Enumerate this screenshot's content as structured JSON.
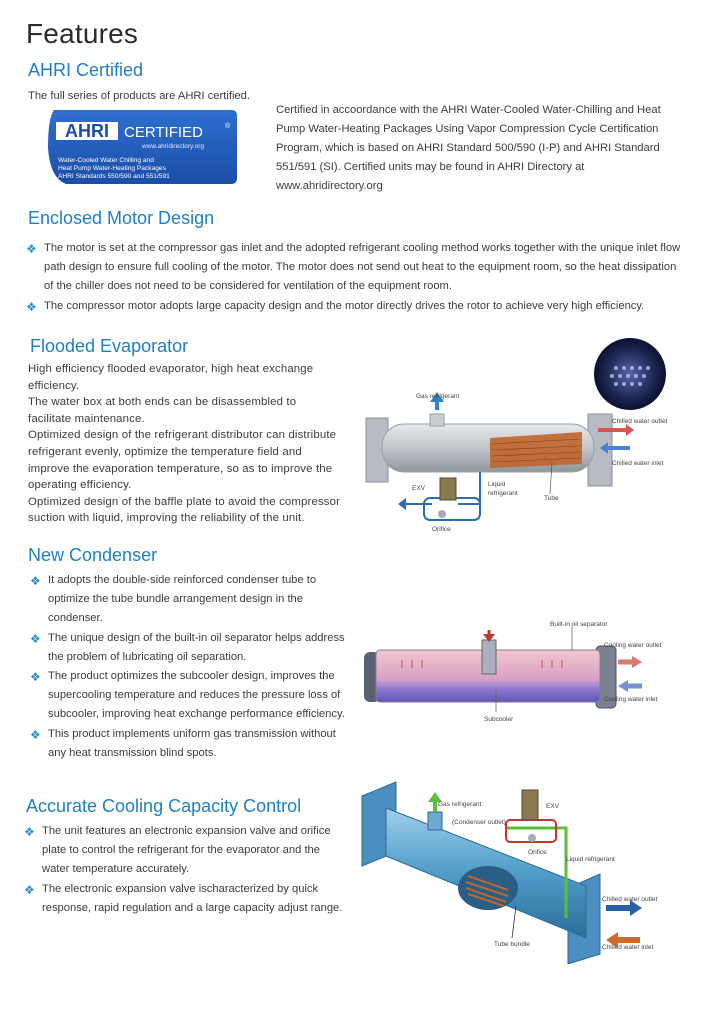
{
  "page_title": "Features",
  "ahri": {
    "title": "AHRI Certified",
    "intro": "The full series of products are AHRI certified.",
    "logo": {
      "brand": "AHRI",
      "certified": "CERTIFIED",
      "registered": "®",
      "url": "www.ahridirectory.org",
      "line1": "Water-Cooled Water Chilling and",
      "line2": "Heat Pump Water-Heating Packages",
      "line3": "AHRI Standards 550/590 and 551/591"
    },
    "description": "Certified in accoordance with the AHRI Water-Cooled Water-Chilling and Heat Pump Water-Heating Packages Using Vapor Compression Cycle Certification Program, which is based on AHRI Standard 500/590 (I-P) and AHRI Standard 551/591 (SI). Certified units may be found in AHRI Directory at www.ahridirectory.org"
  },
  "motor": {
    "title": "Enclosed Motor Design",
    "bullets": [
      "The motor is set at the compressor gas inlet and the adopted refrigerant cooling method works together with the unique inlet flow path design to ensure full cooling of the motor. The motor does not send out heat to the equipment room, so the heat dissipation of the chiller does not need to be considered for ventilation of the equipment room.",
      "The compressor motor adopts large capacity design and the motor directly drives the rotor to achieve very high efficiency."
    ]
  },
  "evaporator": {
    "title": "Flooded Evaporator",
    "paragraphs": [
      "High efficiency flooded evaporator, high heat exchange efficiency.",
      "The water box at both ends can be disassembled to facilitate maintenance.",
      "Optimized design of the refrigerant distributor can distribute refrigerant evenly, optimize the temperature field and improve the evaporation temperature, so as to improve the operating efficiency.",
      "Optimized design of the baffle plate to avoid the compressor suction with liquid, improving the reliability of the unit."
    ],
    "diagram": {
      "gas": "Gas refrigerant",
      "chilled_out": "Chilled water outlet",
      "chilled_in": "Chilled water inlet",
      "exv": "EXV",
      "liquid1": "Liquid",
      "liquid2": "refrigerant",
      "tube": "Tube",
      "orifice": "Orifice"
    }
  },
  "condenser": {
    "title": "New Condenser",
    "bullets": [
      "It adopts the double-side reinforced condenser tube to optimize the tube bundle arrangement design in the condenser.",
      "The unique design of the built-in oil separator helps address the problem of lubricating oil separation.",
      "The product optimizes the subcooler design, improves the supercooling temperature and reduces the pressure loss of subcooler, improving heat exchange performance efficiency.",
      "This product implements uniform gas transmission without any heat transmission blind spots."
    ],
    "diagram": {
      "separator": "Built-in oil separator",
      "cw_out": "Cooling water outlet",
      "cw_in": "Cooling water inlet",
      "subcooler": "Subcooler"
    }
  },
  "capacity": {
    "title": "Accurate Cooling Capacity Control",
    "bullets": [
      "The unit features an electronic expansion valve and orifice plate to control the refrigerant for the evaporator and the water temperature accurately.",
      "The electronic expansion valve ischaracterized by quick response, rapid regulation and a large capacity adjust range."
    ],
    "diagram": {
      "gas": "Gas refrigerant",
      "exv": "EXV",
      "cond_outlet": "(Condenser outlet)",
      "orifice": "Orifice",
      "liquid": "Liquid refrigerant",
      "chilled_out": "Chilled water outlet",
      "chilled_in": "Chilled water inlet",
      "tube_bundle": "Tube bundle"
    }
  },
  "colors": {
    "accent": "#1e7fc7",
    "bullet": "#2a8fd6",
    "text": "#3c3c3c"
  }
}
